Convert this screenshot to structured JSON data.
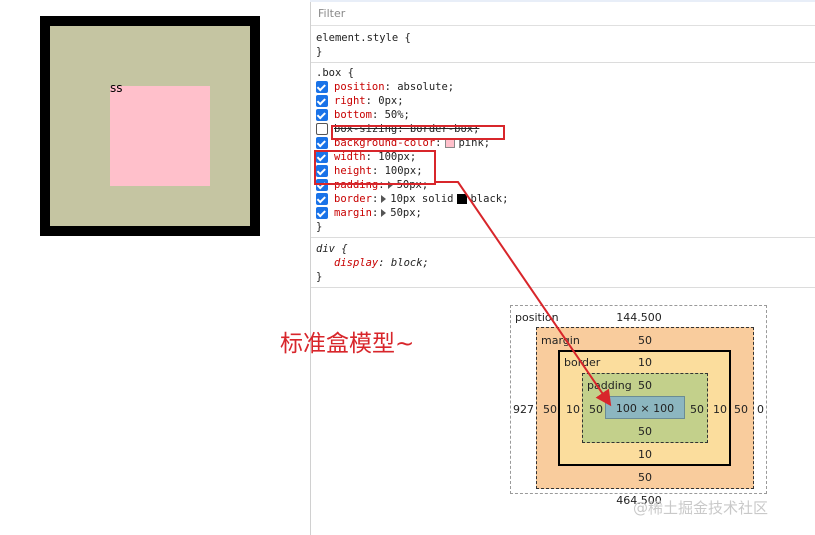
{
  "demo": {
    "text": "ss"
  },
  "devtools": {
    "filter": {
      "placeholder": "Filter"
    },
    "element_style": {
      "open": "element.style {",
      "close": "}"
    },
    "box_rule": {
      "selector": ".box {",
      "close": "}",
      "props": [
        {
          "checked": true,
          "name": "position",
          "value": "absolute;"
        },
        {
          "checked": true,
          "name": "right",
          "value": "0px;"
        },
        {
          "checked": true,
          "name": "bottom",
          "value": "50%;"
        },
        {
          "checked": false,
          "name": "box-sizing",
          "value": "border-box;"
        },
        {
          "checked": true,
          "name": "background-color",
          "value": "pink;"
        },
        {
          "checked": true,
          "name": "width",
          "value": "100px;"
        },
        {
          "checked": true,
          "name": "height",
          "value": "100px;"
        },
        {
          "checked": true,
          "name": "padding",
          "value": "50px;"
        },
        {
          "checked": true,
          "name": "border",
          "value": "10px solid",
          "value2": "black;"
        },
        {
          "checked": true,
          "name": "margin",
          "value": "50px;"
        }
      ]
    },
    "ua_rule": {
      "selector": "div {",
      "prop": "display",
      "value": "block;",
      "close": "}"
    }
  },
  "annotation": {
    "text": "标准盒模型~"
  },
  "box_model": {
    "position_label": "position",
    "position_top": "144.500",
    "position_bottom": "464.500",
    "position_left": "927",
    "position_right": "0",
    "margin_label": "margin",
    "margin_top": "50",
    "margin_bottom": "50",
    "margin_left": "50",
    "margin_right": "50",
    "border_label": "border",
    "border_top": "10",
    "border_bottom": "10",
    "border_left": "10",
    "border_right": "10",
    "padding_label": "padding",
    "padding_top": "50",
    "padding_bottom": "50",
    "padding_left": "50",
    "padding_right": "50",
    "content": "100 × 100"
  },
  "watermark": "@稀土掘金技术社区",
  "colors": {
    "annotation_red": "#d8262b",
    "swatch_pink": "#ffc0cb",
    "swatch_black": "#000000",
    "margin_fill": "#f9cc9d",
    "border_fill": "#fbdd9d",
    "padding_fill": "#c3d08b",
    "content_fill": "#8cb6c0"
  }
}
